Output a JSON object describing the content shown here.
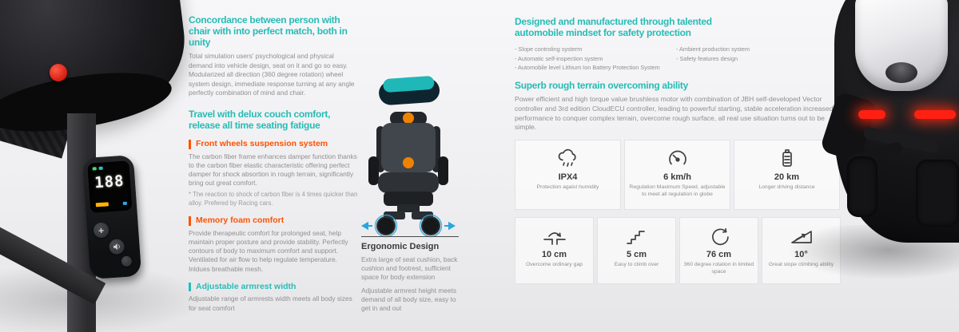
{
  "photos": {
    "left": {
      "display_value": "188",
      "plus_label": "+"
    },
    "right": {}
  },
  "col_a": {
    "s1": {
      "title": "Concordance between person with chair with into perfect match, both in unity",
      "body": "Total simulation users' psychological and physical demand into vehicle design, seat on it and go so easy.  Modularized all direction (360 degree rotation)  wheel system design, immediate response turning at any angle perfectly combination of mind and chair."
    },
    "s2": {
      "title": "Travel with delux couch comfort, release all time seating fatigue"
    },
    "features": [
      {
        "title": "Front wheels suspension system",
        "body": "The carbon fiber frame enhances damper function thanks to the carbon fiber elastic characteristic offering perfect damper for shock absortion in rough terrain, significantly bring out great comfort.",
        "note": "*  The reaction to shock of carbon fiber is 4 times quicker than alloy.  Prefered by Racing cars."
      },
      {
        "title": "Memory foam comfort",
        "body": "Provide therapeutic comfort for prolonged seat, help maintain proper posture and provide stability.  Perfectly contours of body to maximum comfort and support. Ventilated for air flow to help regulate temperature. Inldues breathable mesh."
      },
      {
        "title": "Adjustable armrest width",
        "body": "Adjustable range of armrests width meets all body sizes for seat comfort"
      }
    ]
  },
  "col_b": {
    "ergonomic": {
      "title": "Ergonomic Design",
      "body1": "Extra large of seat cushion, back cushion and footrest, sufficient space for body extension",
      "body2": "Adjustable armrest height meets demand of all body size, easy to get in and out"
    }
  },
  "col_c": {
    "s1": {
      "title": "Designed and manufactured through talented automobile mindset for safety protection",
      "bullets_left": [
        "- Slope controling systerm",
        "- Automatic self-inspection system",
        "- Automobile level Lithium Ion Battery Protection System"
      ],
      "bullets_right": [
        "- Ambient production system",
        "- Safety features design"
      ]
    },
    "s2": {
      "title": "Superb rough terrain overcoming ability",
      "body": "Power efficient and high torque value brushless motor with combination of JBH self-developed Vector controller and 3rd edition CloudECU controller, leading to powerful starting, stable acceleration increased performance to conquer complex terrain, overcome rough surface, all real use situation turns out to be simple."
    },
    "cards_row1": [
      {
        "value": "IPX4",
        "label": "Protection agaist humidity"
      },
      {
        "value": "6 km/h",
        "label": "Regulation Maximum Speed, adjustable to meet all regulation in globe"
      },
      {
        "value": "20 km",
        "label": "Longer driving distance"
      }
    ],
    "cards_row2": [
      {
        "value": "10 cm",
        "label": "Overcome ordinary gap"
      },
      {
        "value": "5 cm",
        "label": "Easy to climb over"
      },
      {
        "value": "76 cm",
        "label": "360 degree rotation in limited space"
      },
      {
        "value": "10°",
        "label": "Great slope climbing ability"
      }
    ]
  },
  "colors": {
    "teal": "#27bcb6",
    "orange": "#ff5100",
    "accent_blue": "#27a7e0",
    "dot_orange": "#ef8200"
  }
}
